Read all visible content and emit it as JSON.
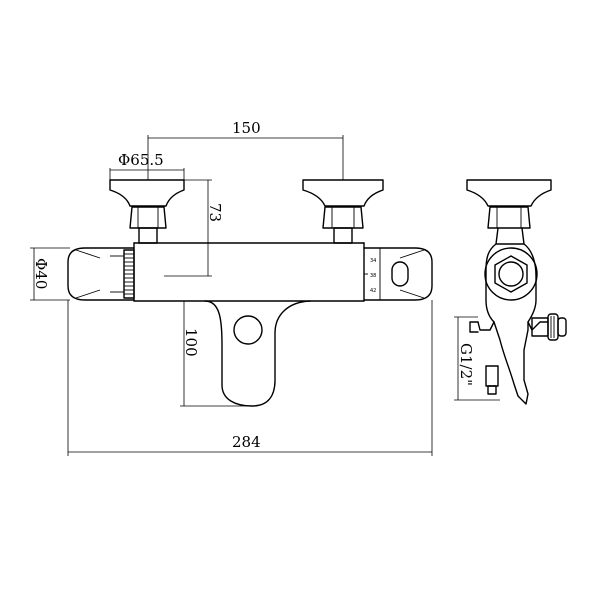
{
  "dimensions": {
    "width_150": "150",
    "diameter_65_5": "Φ65.5",
    "height_73": "73",
    "diameter_40": "Φ40",
    "height_100": "100",
    "length_284": "284",
    "thread_g12": "G1/2\""
  },
  "temperature_scale": [
    "34",
    "38",
    "42"
  ]
}
